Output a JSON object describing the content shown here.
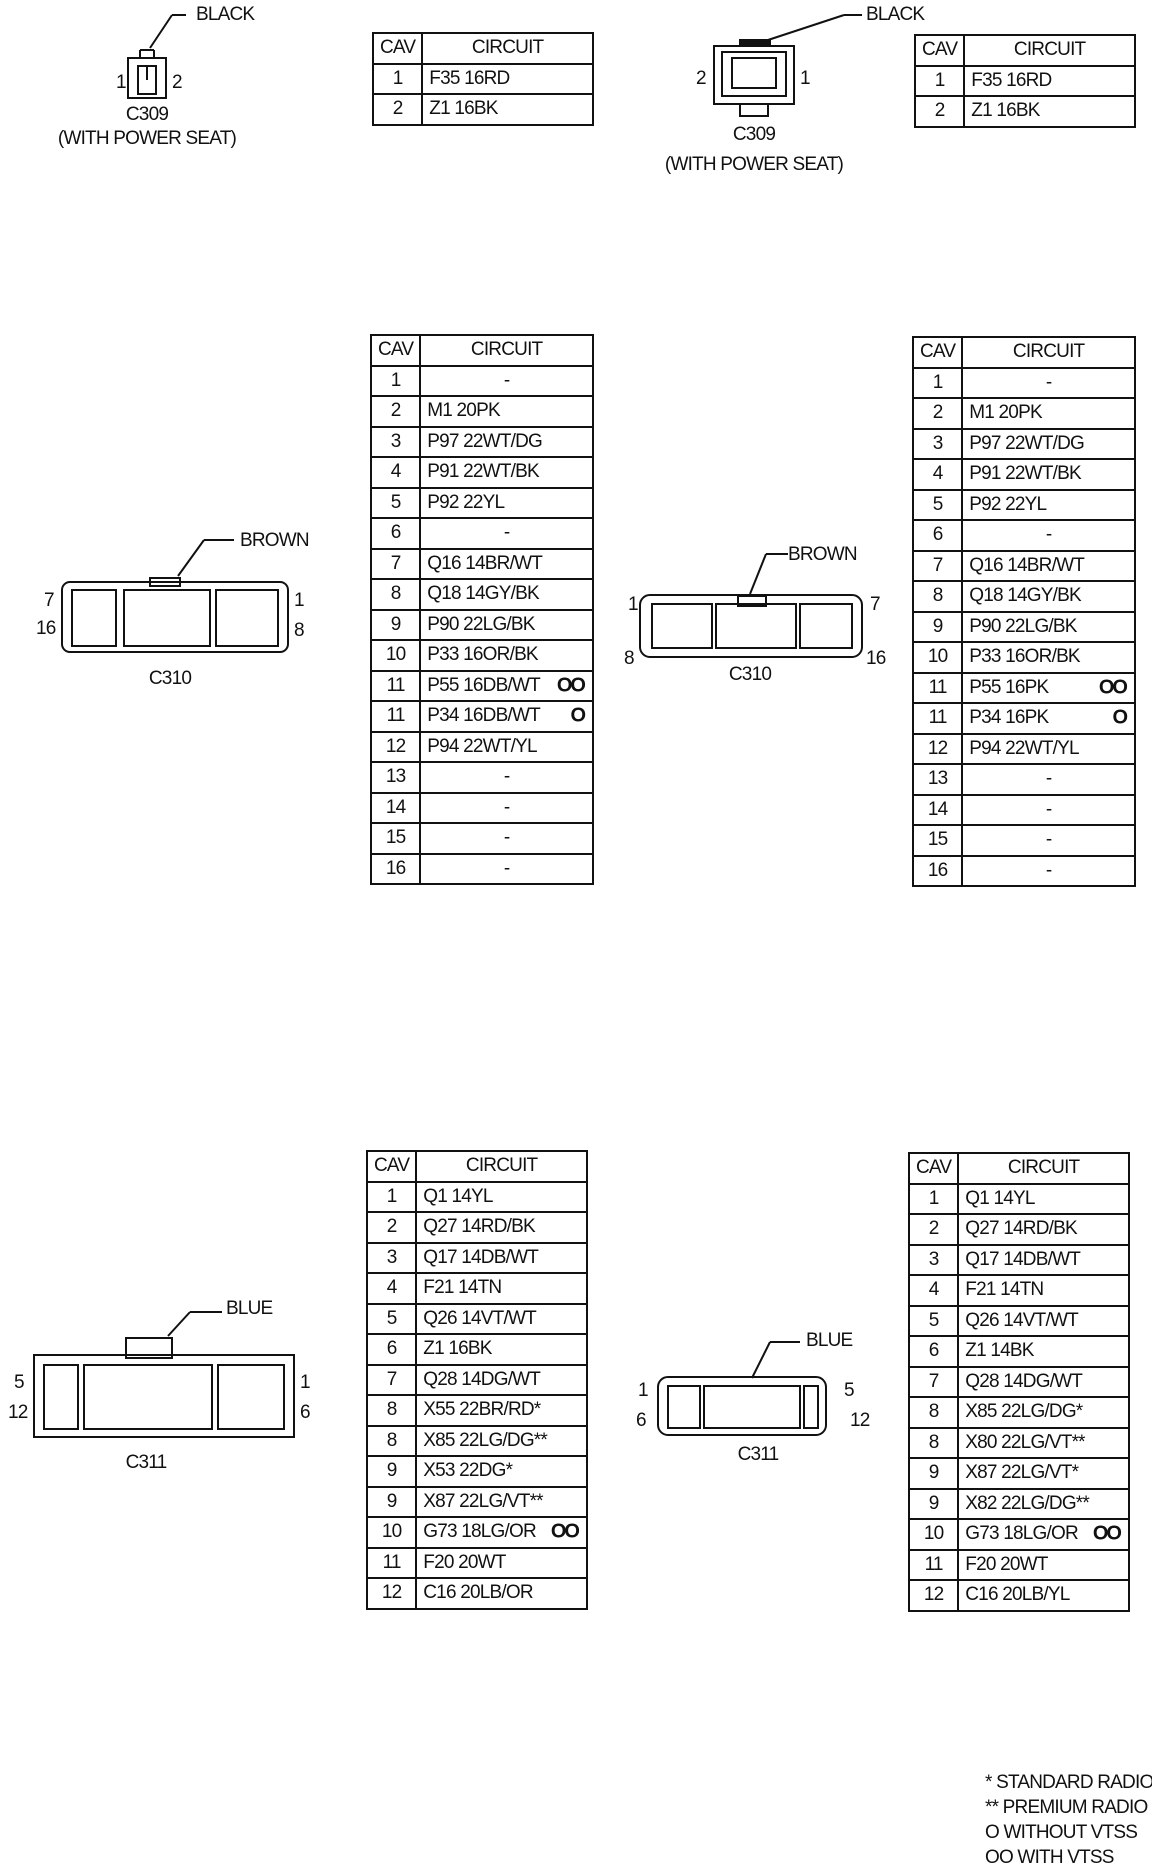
{
  "connectors": [
    {
      "id": "c309-left",
      "name": "C309",
      "note": "(WITH POWER SEAT)",
      "color": "BLACK",
      "pin_labels": [
        "1",
        "2"
      ],
      "headers": [
        "CAV",
        "CIRCUIT"
      ],
      "rows": [
        {
          "cav": "1",
          "circuit": "F35 16RD",
          "mark": ""
        },
        {
          "cav": "2",
          "circuit": "Z1 16BK",
          "mark": ""
        }
      ]
    },
    {
      "id": "c309-right",
      "name": "C309",
      "note": "(WITH POWER SEAT)",
      "color": "BLACK",
      "pin_labels": [
        "2",
        "1"
      ],
      "headers": [
        "CAV",
        "CIRCUIT"
      ],
      "rows": [
        {
          "cav": "1",
          "circuit": "F35 16RD",
          "mark": ""
        },
        {
          "cav": "2",
          "circuit": "Z1 16BK",
          "mark": ""
        }
      ]
    },
    {
      "id": "c310-left",
      "name": "C310",
      "color": "BROWN",
      "pin_labels": [
        "7",
        "1",
        "16",
        "8"
      ],
      "headers": [
        "CAV",
        "CIRCUIT"
      ],
      "rows": [
        {
          "cav": "1",
          "circuit": "-",
          "mark": ""
        },
        {
          "cav": "2",
          "circuit": "M1 20PK",
          "mark": ""
        },
        {
          "cav": "3",
          "circuit": "P97 22WT/DG",
          "mark": ""
        },
        {
          "cav": "4",
          "circuit": "P91 22WT/BK",
          "mark": ""
        },
        {
          "cav": "5",
          "circuit": "P92 22YL",
          "mark": ""
        },
        {
          "cav": "6",
          "circuit": "-",
          "mark": ""
        },
        {
          "cav": "7",
          "circuit": "Q16 14BR/WT",
          "mark": ""
        },
        {
          "cav": "8",
          "circuit": "Q18 14GY/BK",
          "mark": ""
        },
        {
          "cav": "9",
          "circuit": "P90 22LG/BK",
          "mark": ""
        },
        {
          "cav": "10",
          "circuit": "P33 16OR/BK",
          "mark": ""
        },
        {
          "cav": "11",
          "circuit": "P55 16DB/WT",
          "mark": "OO"
        },
        {
          "cav": "11",
          "circuit": "P34 16DB/WT",
          "mark": "O"
        },
        {
          "cav": "12",
          "circuit": "P94 22WT/YL",
          "mark": ""
        },
        {
          "cav": "13",
          "circuit": "-",
          "mark": ""
        },
        {
          "cav": "14",
          "circuit": "-",
          "mark": ""
        },
        {
          "cav": "15",
          "circuit": "-",
          "mark": ""
        },
        {
          "cav": "16",
          "circuit": "-",
          "mark": ""
        }
      ]
    },
    {
      "id": "c310-right",
      "name": "C310",
      "color": "BROWN",
      "pin_labels": [
        "1",
        "7",
        "8",
        "16"
      ],
      "headers": [
        "CAV",
        "CIRCUIT"
      ],
      "rows": [
        {
          "cav": "1",
          "circuit": "-",
          "mark": ""
        },
        {
          "cav": "2",
          "circuit": "M1 20PK",
          "mark": ""
        },
        {
          "cav": "3",
          "circuit": "P97 22WT/DG",
          "mark": ""
        },
        {
          "cav": "4",
          "circuit": "P91 22WT/BK",
          "mark": ""
        },
        {
          "cav": "5",
          "circuit": "P92 22YL",
          "mark": ""
        },
        {
          "cav": "6",
          "circuit": "-",
          "mark": ""
        },
        {
          "cav": "7",
          "circuit": "Q16 14BR/WT",
          "mark": ""
        },
        {
          "cav": "8",
          "circuit": "Q18 14GY/BK",
          "mark": ""
        },
        {
          "cav": "9",
          "circuit": "P90 22LG/BK",
          "mark": ""
        },
        {
          "cav": "10",
          "circuit": "P33 16OR/BK",
          "mark": ""
        },
        {
          "cav": "11",
          "circuit": "P55 16PK",
          "mark": "OO"
        },
        {
          "cav": "11",
          "circuit": "P34 16PK",
          "mark": "O"
        },
        {
          "cav": "12",
          "circuit": "P94 22WT/YL",
          "mark": ""
        },
        {
          "cav": "13",
          "circuit": "-",
          "mark": ""
        },
        {
          "cav": "14",
          "circuit": "-",
          "mark": ""
        },
        {
          "cav": "15",
          "circuit": "-",
          "mark": ""
        },
        {
          "cav": "16",
          "circuit": "-",
          "mark": ""
        }
      ]
    },
    {
      "id": "c311-left",
      "name": "C311",
      "color": "BLUE",
      "pin_labels": [
        "5",
        "1",
        "12",
        "6"
      ],
      "headers": [
        "CAV",
        "CIRCUIT"
      ],
      "rows": [
        {
          "cav": "1",
          "circuit": "Q1 14YL",
          "mark": ""
        },
        {
          "cav": "2",
          "circuit": "Q27 14RD/BK",
          "mark": ""
        },
        {
          "cav": "3",
          "circuit": "Q17 14DB/WT",
          "mark": ""
        },
        {
          "cav": "4",
          "circuit": "F21 14TN",
          "mark": ""
        },
        {
          "cav": "5",
          "circuit": "Q26 14VT/WT",
          "mark": ""
        },
        {
          "cav": "6",
          "circuit": "Z1 16BK",
          "mark": ""
        },
        {
          "cav": "7",
          "circuit": "Q28 14DG/WT",
          "mark": ""
        },
        {
          "cav": "8",
          "circuit": "X55 22BR/RD*",
          "mark": ""
        },
        {
          "cav": "8",
          "circuit": "X85 22LG/DG**",
          "mark": ""
        },
        {
          "cav": "9",
          "circuit": "X53 22DG*",
          "mark": ""
        },
        {
          "cav": "9",
          "circuit": "X87 22LG/VT**",
          "mark": ""
        },
        {
          "cav": "10",
          "circuit": "G73 18LG/OR",
          "mark": "OO"
        },
        {
          "cav": "11",
          "circuit": "F20 20WT",
          "mark": ""
        },
        {
          "cav": "12",
          "circuit": "C16 20LB/OR",
          "mark": ""
        }
      ]
    },
    {
      "id": "c311-right",
      "name": "C311",
      "color": "BLUE",
      "pin_labels": [
        "1",
        "5",
        "6",
        "12"
      ],
      "headers": [
        "CAV",
        "CIRCUIT"
      ],
      "rows": [
        {
          "cav": "1",
          "circuit": "Q1 14YL",
          "mark": ""
        },
        {
          "cav": "2",
          "circuit": "Q27 14RD/BK",
          "mark": ""
        },
        {
          "cav": "3",
          "circuit": "Q17 14DB/WT",
          "mark": ""
        },
        {
          "cav": "4",
          "circuit": "F21 14TN",
          "mark": ""
        },
        {
          "cav": "5",
          "circuit": "Q26 14VT/WT",
          "mark": ""
        },
        {
          "cav": "6",
          "circuit": "Z1 14BK",
          "mark": ""
        },
        {
          "cav": "7",
          "circuit": "Q28 14DG/WT",
          "mark": ""
        },
        {
          "cav": "8",
          "circuit": "X85 22LG/DG*",
          "mark": ""
        },
        {
          "cav": "8",
          "circuit": "X80 22LG/VT**",
          "mark": ""
        },
        {
          "cav": "9",
          "circuit": "X87 22LG/VT*",
          "mark": ""
        },
        {
          "cav": "9",
          "circuit": "X82 22LG/DG**",
          "mark": ""
        },
        {
          "cav": "10",
          "circuit": "G73 18LG/OR",
          "mark": "OO"
        },
        {
          "cav": "11",
          "circuit": "F20 20WT",
          "mark": ""
        },
        {
          "cav": "12",
          "circuit": "C16 20LB/YL",
          "mark": ""
        }
      ]
    }
  ],
  "legend": [
    "* STANDARD RADIO",
    "** PREMIUM RADIO",
    "O WITHOUT VTSS",
    "OO WITH VTSS"
  ]
}
